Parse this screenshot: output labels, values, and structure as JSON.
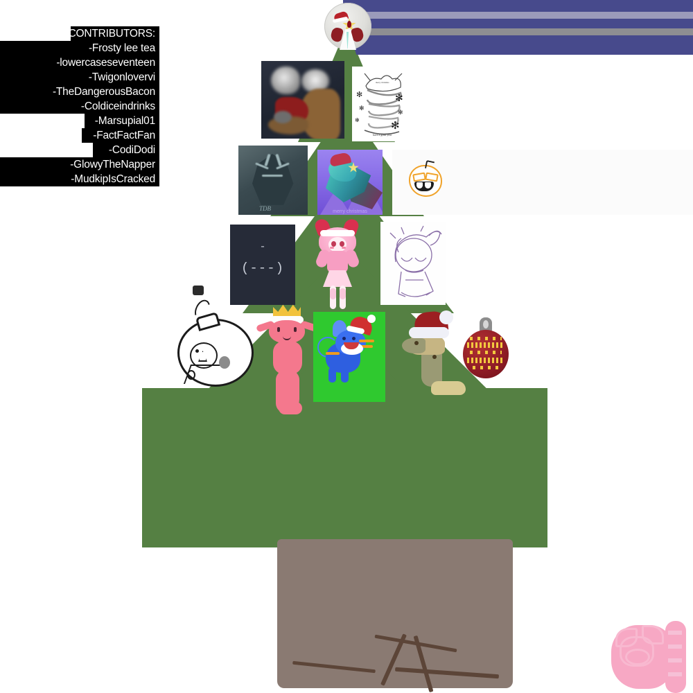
{
  "meta": {
    "title": "Community Christmas Tree Collage",
    "background_color": "#ffffff"
  },
  "banner": {
    "name": "top-purple-banner",
    "color": "#474a8c",
    "stripe_lavender": "#9b9bba",
    "stripe_grey": "#8e8e92"
  },
  "tree": {
    "foliage_color": "#558043",
    "trunk_color": "#8a7a72",
    "trunk_line_color": "#5c4538"
  },
  "contributors": {
    "heading": "CONTRIBUTORS:",
    "names": [
      "-Frosty lee tea",
      "-lowercaseseventeen",
      "-Twigonlovervi",
      "-TheDangerousBacon",
      "-Coldiceindrinks",
      "-Marsupial01",
      "-FactFactFan",
      "-CodiDodi",
      "-GlowyTheNapper",
      "-MudkipIsCracked"
    ],
    "text_color": "#ffffff",
    "highlight_color": "#000000"
  },
  "ornaments": [
    {
      "id": "tree-topper",
      "label": "Tree topper ornament - santa hat character with yellow star"
    },
    {
      "id": "dog-photo",
      "label": "Dark photo of brown dog wearing santa hat"
    },
    {
      "id": "snake-card",
      "label": "White card with snake ribbon drawing and snowflakes"
    },
    {
      "id": "tdb-dragon",
      "label": "Dark teal dragon artwork signed TDB"
    },
    {
      "id": "purple-dragon",
      "label": "Purple dragon with santa hat and star"
    },
    {
      "id": "orange-face",
      "label": "Orange outline smiling face drawing"
    },
    {
      "id": "ascii-card",
      "label": "Dark card with ASCII face"
    },
    {
      "id": "anime-girl",
      "label": "Pink anime girl with santa hat"
    },
    {
      "id": "purple-sketch",
      "label": "Purple line sketch of a character with santa hat"
    },
    {
      "id": "white-ornament",
      "label": "White ornament with stick figure drawing"
    },
    {
      "id": "axolotl",
      "label": "Pink axolotl wearing a golden crown"
    },
    {
      "id": "mudkip-card",
      "label": "Green card with blue Mudkip in santa hat"
    },
    {
      "id": "tan-dino",
      "label": "Tan dinosaur wearing a santa hat"
    },
    {
      "id": "red-bauble",
      "label": "Red bauble with gold zigzag pattern"
    },
    {
      "id": "pink-cat",
      "label": "Pink cat character in bottom right corner"
    }
  ],
  "ascii_card": {
    "line1": "-",
    "line2": "(---)"
  },
  "tdb_card": {
    "signature": "TDB"
  },
  "purple_dragon_card": {
    "signature": "merry christmas"
  }
}
